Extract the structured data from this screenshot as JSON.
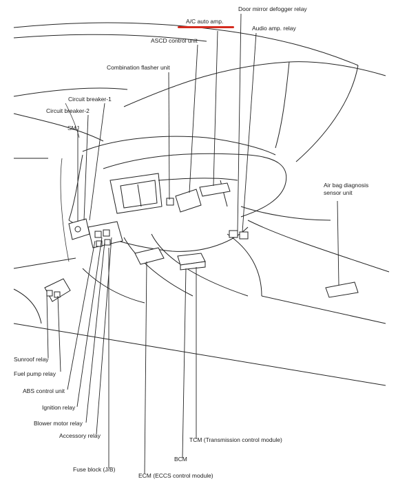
{
  "highlight_color": "#d42a1e",
  "labels": {
    "door_mirror_defogger_relay": "Door mirror defogger relay",
    "ac_auto_amp": "A/C auto amp.",
    "audio_amp_relay": "Audio amp. relay",
    "ascd_control_unit": "ASCD control unit",
    "combination_flasher_unit": "Combination flasher unit",
    "circuit_breaker_1": "Circuit breaker-1",
    "circuit_breaker_2": "Circuit breaker-2",
    "smj": "SMJ",
    "air_bag_diagnosis_line1": "Air bag diagnosis",
    "air_bag_diagnosis_line2": "sensor unit",
    "sunroof_relay": "Sunroof relay",
    "fuel_pump_relay": "Fuel pump relay",
    "abs_control_unit": "ABS control unit",
    "ignition_relay": "Ignition relay",
    "blower_motor_relay": "Blower motor relay",
    "accessory_relay": "Accessory relay",
    "tcm": "TCM (Transmission control module)",
    "bcm": "BCM",
    "fuse_block": "Fuse block (J/B)",
    "ecm": "ECM (ECCS control module)"
  }
}
